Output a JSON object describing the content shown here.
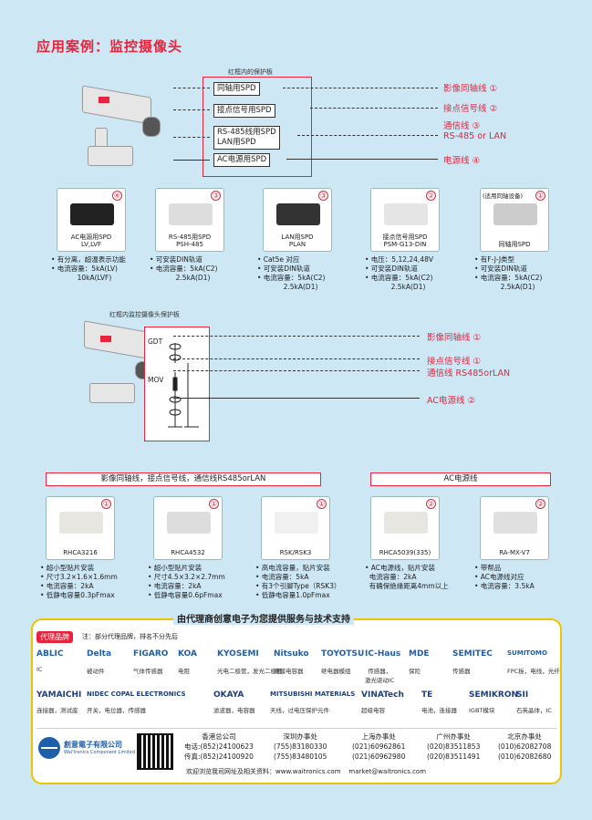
{
  "title": "应用案例：监控摄像头",
  "section1": {
    "caption": "红框内的保护板",
    "spds": [
      "同轴用SPD",
      "接点信号用SPD",
      "RS-485线用SPD\nLAN用SPD",
      "AC电源用SPD"
    ],
    "lines": [
      "影像同轴线 ①",
      "接点信号线 ②",
      "通信线 ③\nRS-485 or LAN",
      "电源线 ④"
    ]
  },
  "products1": [
    {
      "num": "④",
      "cap": "AC电源用SPD\nLV,LVF",
      "features": "• 有分离，超温表示功能\n• 电流容量：5kA(LV)\n            10kA(LVF)"
    },
    {
      "num": "③",
      "cap": "RS-485用SPD\nPSH-485",
      "features": "• 可安装DIN轨道\n• 电流容量：5kA(C2)\n            2.5kA(D1)"
    },
    {
      "num": "③",
      "cap": "LAN用SPD\nPLAN",
      "features": "• Cat5e 对应\n• 可安装DIN轨道\n• 电流容量：5kA(C2)\n            2.5kA(D1)"
    },
    {
      "num": "②",
      "cap": "接点信号用SPD\nPSM-G13-DIN",
      "features": "• 电压：5,12,24,48V\n• 可安装DIN轨道\n• 电流容量：5kA(C2)\n            2.5kA(D1)"
    },
    {
      "num": "①",
      "cap": "同轴用SPD",
      "note": "(适用同轴设备)",
      "features": "• 有F-J-J类型\n• 可安装DIN轨道\n• 电流容量：5kA(C2)\n            2.5kA(D1)"
    }
  ],
  "section2": {
    "caption": "红框内监控摄像头保护板",
    "labels_left": [
      "GDT",
      "MOV"
    ],
    "lines": [
      "影像同轴线 ①",
      "接点信号线 ①",
      "通信线 RS485orLAN",
      "AC电源线 ②"
    ]
  },
  "bars": {
    "left": "影像同轴线，接点信号线，通信线RS485orLAN",
    "right": "AC电源线"
  },
  "products2": [
    {
      "num": "①",
      "cap": "RHCA3216",
      "features": "• 超小型贴片安装\n• 尺寸3.2×1.6×1.6mm\n• 电流容量：2kA\n• 低静电容量0.3pFmax"
    },
    {
      "num": "①",
      "cap": "RHCA4532",
      "features": "• 超小型贴片安装\n• 尺寸4.5×3.2×2.7mm\n• 电流容量：2kA\n• 低静电容量0.6pFmax"
    },
    {
      "num": "①",
      "cap": "RSK/RSK3",
      "features": "• 高电流容量，贴片安装\n• 电流容量：5kA\n• 有3个引脚Type（RSK3）\n• 低静电容量1.0pFmax"
    },
    {
      "num": "②",
      "cap": "RHCA5039(335)",
      "features": "• AC电源线，贴片安装\n  电流容量：2kA\n  有确保绝缘距离4mm以上"
    },
    {
      "num": "②",
      "cap": "RA-MX-V7",
      "features": "• 带帮品\n• AC电源线对应\n• 电流容量：3.5kA"
    }
  ],
  "tagline": "由代理商创意电子为您提供服务与技术支持",
  "agent_label": "代理品牌",
  "agent_note": "注：部分代理品牌，排名不分先后",
  "brands_row1": [
    {
      "name": "ABLIC",
      "sub": "IC"
    },
    {
      "name": "Delta",
      "sub": "被动件"
    },
    {
      "name": "FIGARO",
      "sub": "气体传感器"
    },
    {
      "name": "KOA",
      "sub": "电阻"
    },
    {
      "name": "KYOSEMI",
      "sub": "光电二极管，发光二极管"
    },
    {
      "name": "Nitsuko",
      "sub": "薄膜电容器"
    },
    {
      "name": "TOYOTSU",
      "sub": "继电器模组"
    },
    {
      "name": "IC-Haus",
      "sub": "传感器，\n激光驱动IC"
    },
    {
      "name": "MDE",
      "sub": "保险"
    },
    {
      "name": "SEMITEC",
      "sub": "传感器"
    },
    {
      "name": "SUMITOMO",
      "sub": "FPC板，电线，光纤"
    }
  ],
  "brands_row2": [
    {
      "name": "YAMAICHI",
      "sub": "连接器，测试座"
    },
    {
      "name": "NIDEC COPAL ELECTRONICS",
      "sub": "开关，电位器，传感器"
    },
    {
      "name": "OKAYA",
      "sub": "滤波器，电容器"
    },
    {
      "name": "MITSUBISHI MATERIALS",
      "sub": "天线，过电压保护元件"
    },
    {
      "name": "VINATech",
      "sub": "超级电容"
    },
    {
      "name": "TE",
      "sub": "电池，连接器"
    },
    {
      "name": "SEMIKRON",
      "sub": "IGBT模块"
    },
    {
      "name": "SII",
      "sub": "石英晶体，IC"
    }
  ],
  "company": {
    "name": "創意電子有限公司",
    "en": "Wai'tronics Component Limited"
  },
  "offices": [
    "香港总公司\n电话:(852)24100623\n传真:(852)24100920",
    "深圳办事处\n(755)83180330\n(755)83480105",
    "上海办事处\n(021)60962861\n(021)60962980",
    "广州办事处\n(020)83511853\n(020)83511491",
    "北京办事处\n(010)62082708\n(010)62082680"
  ],
  "footer": "欢迎浏览我司网址及相关资料：www.waitronics.com    market@waitronics.com"
}
